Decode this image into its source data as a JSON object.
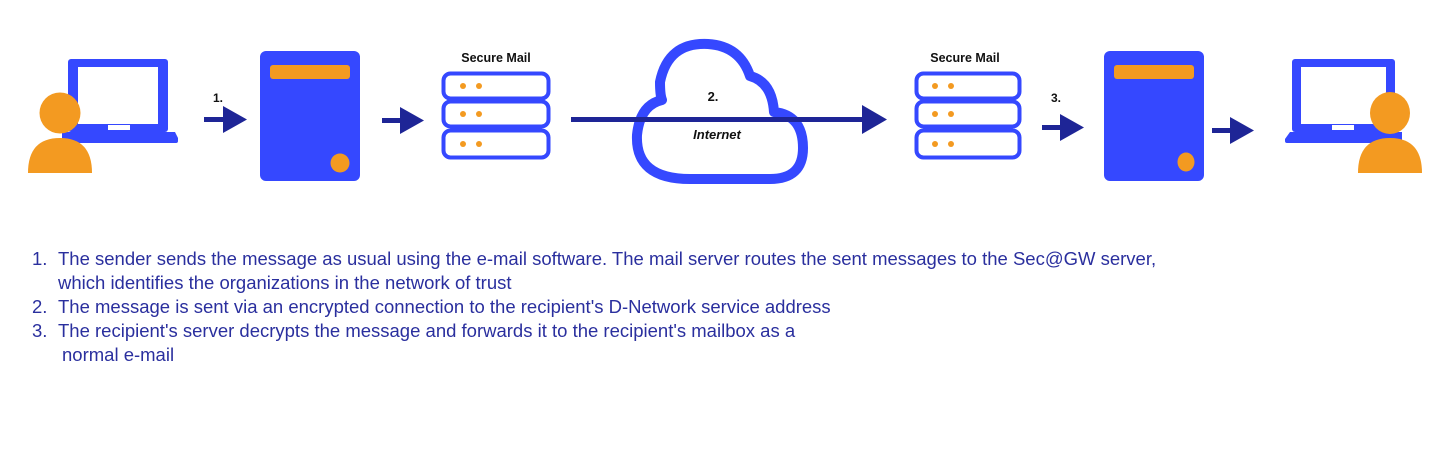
{
  "colors": {
    "primary_blue": "#3548ff",
    "arrow_navy": "#1e2596",
    "accent_orange": "#f39a21",
    "text_navy": "#2a2f9e",
    "label_black": "#111111"
  },
  "diagram": {
    "nodes": [
      {
        "id": "sender",
        "icon": "person-with-laptop-icon"
      },
      {
        "id": "sender-mail-server",
        "icon": "server-tower-icon"
      },
      {
        "id": "sender-secure-mail",
        "icon": "server-rack-icon",
        "label": "Secure Mail"
      },
      {
        "id": "internet",
        "icon": "cloud-icon",
        "label": "Internet"
      },
      {
        "id": "recipient-secure-mail",
        "icon": "server-rack-icon",
        "label": "Secure Mail"
      },
      {
        "id": "recipient-mail-server",
        "icon": "server-tower-icon"
      },
      {
        "id": "recipient",
        "icon": "person-with-laptop-icon"
      }
    ],
    "step_markers": [
      "1.",
      "2.",
      "3."
    ],
    "internet_label": "Internet",
    "secure_mail_label": "Secure Mail"
  },
  "steps": [
    {
      "num": "1.",
      "lines": [
        "The sender sends the message as usual using the e-mail software. The mail server routes the sent messages to the Sec@GW server,",
        "which identifies the organizations in the network of trust"
      ]
    },
    {
      "num": "2.",
      "lines": [
        "The message is sent via an encrypted connection to the recipient's D-Network service address"
      ]
    },
    {
      "num": "3.",
      "lines": [
        "The recipient's server decrypts the message and forwards it to the recipient's mailbox as a",
        "normal e-mail"
      ]
    }
  ]
}
